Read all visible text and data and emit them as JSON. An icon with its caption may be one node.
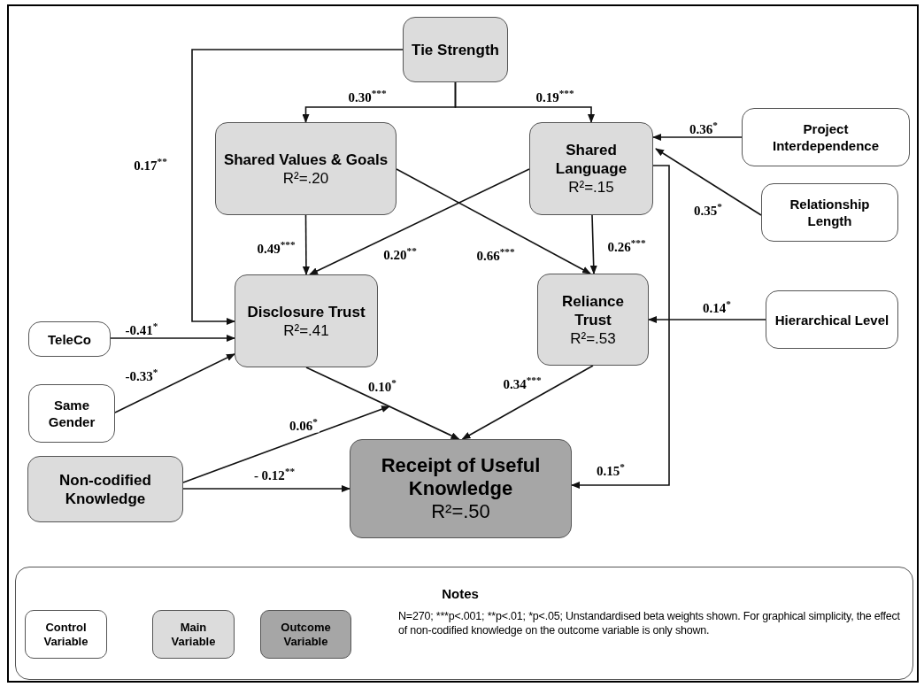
{
  "diagram": {
    "nodes": [
      {
        "text": [
          "Tie Strength"
        ]
      },
      {
        "text": [
          "Shared Values & Goals",
          "R²=.20"
        ]
      },
      {
        "text": [
          "Shared Language",
          "R²=.15"
        ]
      },
      {
        "text": [
          "Project Interdependence"
        ]
      },
      {
        "text": [
          "Relationship Length"
        ]
      },
      {
        "text": [
          "Disclosure Trust",
          "R²=.41"
        ]
      },
      {
        "text": [
          "Reliance Trust",
          "R²=.53"
        ]
      },
      {
        "text": [
          "Hierarchical Level"
        ]
      },
      {
        "text": [
          "TeleCo"
        ]
      },
      {
        "text": [
          "Same Gender"
        ]
      },
      {
        "text": [
          "Non-codified Knowledge"
        ]
      },
      {
        "text": [
          "Receipt of Useful Knowledge",
          "R²=.50"
        ]
      }
    ],
    "edges": [
      {
        "from": 0,
        "to": 1,
        "arrow": "to",
        "label": "0.30$^{***}$"
      },
      {
        "from": 0,
        "to": 2,
        "arrow": "to",
        "label": "0.19$^{***}$"
      },
      {
        "from": 0,
        "to": 5,
        "arrow": "to",
        "label": "0.17$^{**}$"
      },
      {
        "from": 1,
        "to": 5,
        "arrow": "to",
        "label": "0.49$^{***}$"
      },
      {
        "from": 2,
        "to": 5,
        "arrow": "to",
        "label": "0.20$^{**}$"
      },
      {
        "from": 1,
        "to": 6,
        "arrow": "to",
        "label": "0.66$^{***}$"
      },
      {
        "from": 2,
        "to": 6,
        "arrow": "to",
        "label": "0.26$^{***}$"
      },
      {
        "from": 3,
        "to": 2,
        "arrow": "to",
        "label": "0.36$^{*}$"
      },
      {
        "from": 4,
        "to": 2,
        "arrow": "to",
        "label": "0.35$^{*}$"
      },
      {
        "from": 7,
        "to": 6,
        "arrow": "to",
        "label": "0.14$^{*}$"
      },
      {
        "from": 8,
        "to": 5,
        "arrow": "to",
        "label": "-0.41$^{*}$"
      },
      {
        "from": 9,
        "to": 5,
        "arrow": "to",
        "label": "-0.33$^{*}$"
      },
      {
        "from": 5,
        "to": 11,
        "arrow": "to",
        "label": "0.10$^{*}$"
      },
      {
        "from": 6,
        "to": 11,
        "arrow": "to",
        "label": "0.34$^{***}$"
      },
      {
        "from": 2,
        "to": 11,
        "arrow": "to",
        "label": "0.15$^{*}$"
      },
      {
        "from": 10,
        "to": null,
        "arrow": "to",
        "label": "0.06$^{*}$"
      },
      {
        "from": 10,
        "to": 11,
        "arrow": "to",
        "label": "- 0.12$^{**}$"
      }
    ],
    "labels": [
      "Notes",
      "N=270; ***p<.001; **p<.01; *p<.05;  Unstandardised beta weights shown. For graphical simplicity, the effect of non-codified knowledge on the outcome variable is only shown."
    ],
    "legend": [
      {
        "text": "Control Variable",
        "color": "#ffffff"
      },
      {
        "text": "Main Variable",
        "color": "#dcdcdc"
      },
      {
        "text": "Outcome Variable",
        "color": "#a6a6a6"
      }
    ]
  }
}
